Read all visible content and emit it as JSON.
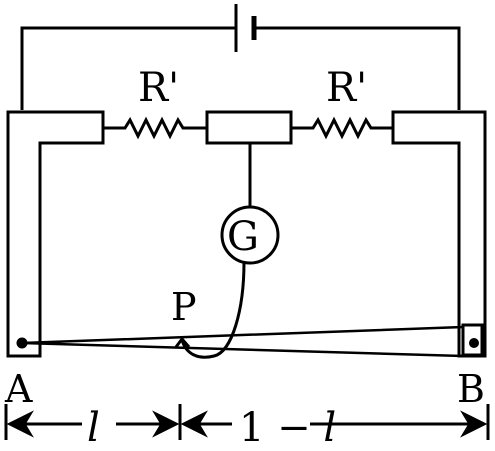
{
  "labels": {
    "resistor_left": "R'",
    "resistor_right": "R'",
    "galvanometer": "G",
    "jockey_point": "P",
    "end_a": "A",
    "end_b": "B",
    "length_left": "l",
    "length_right_prefix": "1 − ",
    "length_right_var": "l"
  },
  "colors": {
    "stroke": "#000000",
    "background": "#ffffff"
  },
  "icons": {
    "cell": "battery-cell-icon",
    "galvanometer": "galvanometer-circle-icon",
    "arrow": "dimension-arrow-icon"
  }
}
